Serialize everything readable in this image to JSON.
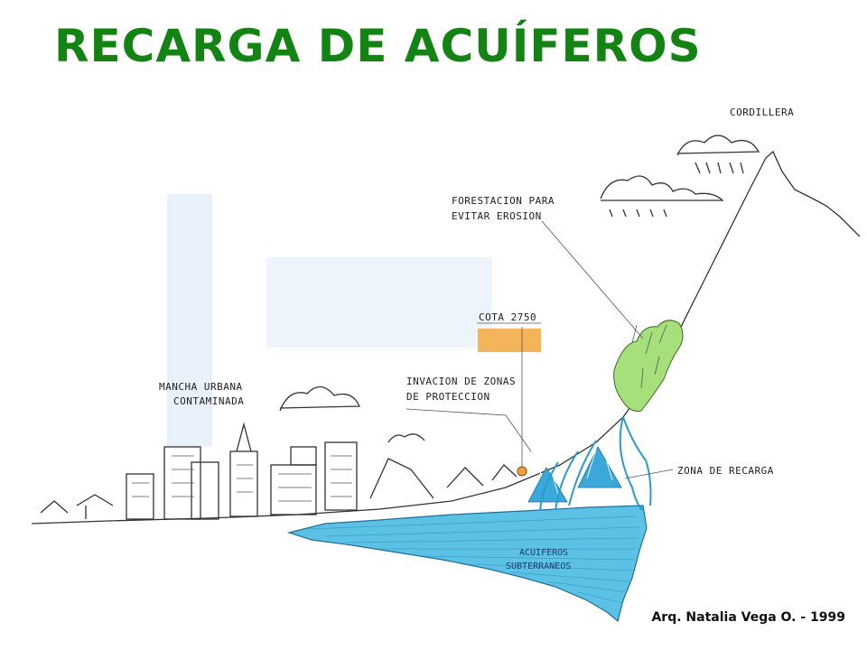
{
  "title": "RECARGA DE ACUÍFEROS",
  "credit": "Arq. Natalia Vega O. - 1999",
  "labels": {
    "cordillera": "CORDILLERA",
    "forestacion_1": "FORESTACION PARA",
    "forestacion_2": "EVITAR EROSION",
    "cota": "COTA 2750",
    "mancha_1": "MANCHA URBANA",
    "mancha_2": "CONTAMINADA",
    "invasion_1": "INVACION DE ZONAS",
    "invasion_2": "DE PROTECCION",
    "zona_recarga": "ZONA DE RECARGA",
    "acuiferos_1": "ACUIFEROS",
    "acuiferos_2": "SUBTERRANEOS"
  },
  "colors": {
    "title_green": "#138413",
    "aquifer_blue": "#5bc2e6",
    "forest_green": "#a6e07a",
    "cota_orange": "#f5b35a",
    "recharge_blue": "#3aa8d8"
  }
}
